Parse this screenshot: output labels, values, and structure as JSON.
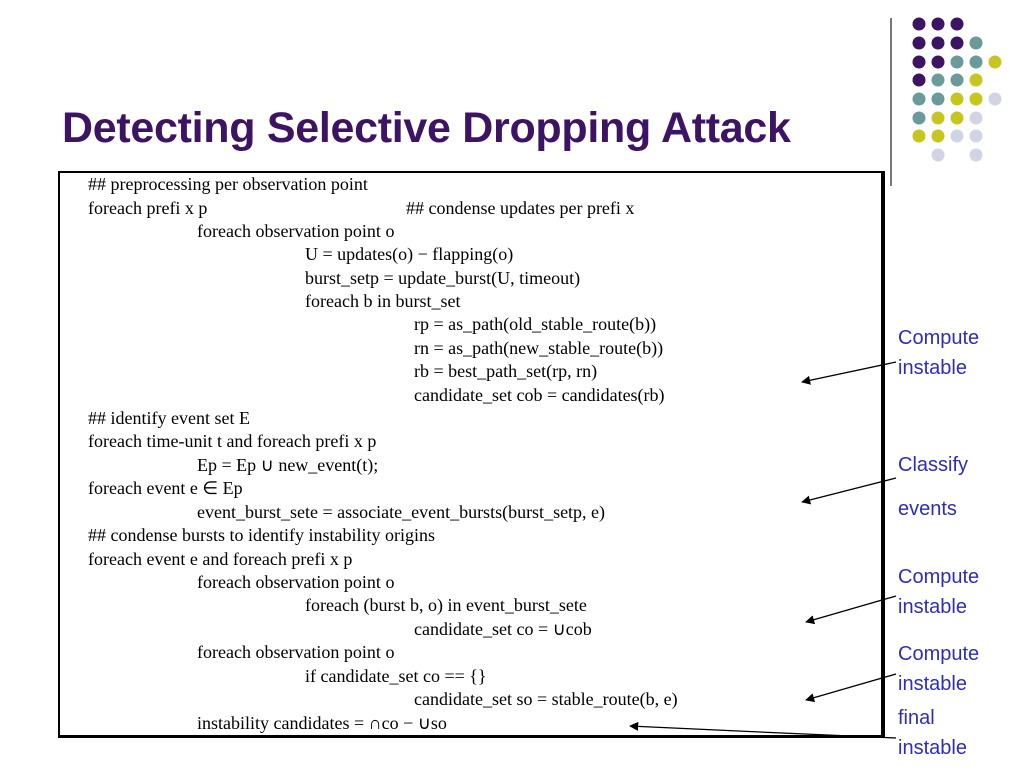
{
  "slide": {
    "title": "Detecting Selective Dropping Attack",
    "colors": {
      "title": "#3d1364",
      "annotation": "#2d2db8",
      "dot_purple": "#3d1364",
      "dot_teal": "#6b9a9b",
      "dot_yellow": "#c6c620",
      "dot_lavender": "#d3d3e6"
    }
  },
  "algorithm": {
    "lines": [
      "## preprocessing per observation point",
      "foreach prefi x p",
      "## condense updates per prefi x",
      "foreach observation point o",
      "U = updates(o) − flapping(o)",
      "burst_setp = update_burst(U, timeout)",
      "foreach b in burst_set",
      "rp = as_path(old_stable_route(b))",
      "rn = as_path(new_stable_route(b))",
      "rb = best_path_set(rp, rn)",
      "candidate_set cob = candidates(rb)",
      "## identify event set E",
      "foreach time-unit t and foreach prefi x p",
      "Ep = Ep ∪ new_event(t);",
      "foreach event e ∈ Ep",
      "event_burst_sete = associate_event_bursts(burst_setp, e)",
      "## condense bursts to identify instability origins",
      "foreach event e and foreach prefi x p",
      "foreach observation point o",
      "foreach (burst b, o) in event_burst_sete",
      "candidate_set co = ∪cob",
      "foreach observation point o",
      "if candidate_set co == {}",
      "candidate_set so = stable_route(b, e)",
      "instability candidates = ∩co − ∪so"
    ]
  },
  "annotations": [
    {
      "lines": [
        "Compute",
        "instable"
      ]
    },
    {
      "lines": [
        "Classify",
        "events"
      ]
    },
    {
      "lines": [
        "Compute",
        "instable"
      ]
    },
    {
      "lines": [
        "Compute",
        "instable"
      ]
    },
    {
      "lines": [
        "final",
        "instable"
      ]
    }
  ]
}
